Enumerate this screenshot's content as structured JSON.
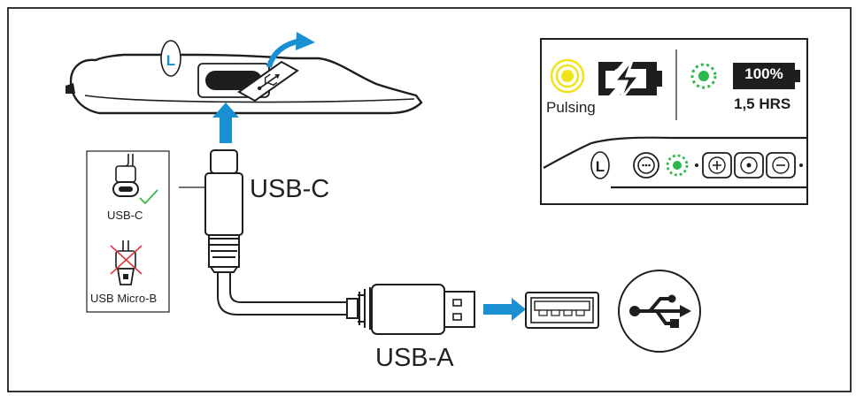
{
  "labels": {
    "usb_c_large": "USB-C",
    "usb_a_large": "USB-A",
    "usb_c_small": "USB-C",
    "usb_micro_b": "USB Micro-B",
    "pulsing": "Pulsing",
    "battery_percent": "100%",
    "battery_hours": "1,5 HRS",
    "side_marker": "L",
    "side_marker_panel": "L"
  },
  "colors": {
    "accent_blue": "#1a8fd2",
    "pulse_yellow": "#f2e21a",
    "led_green": "#2db84b",
    "check_green": "#3ab54a",
    "cross_red": "#e0343d",
    "ink": "#1e1e1e"
  },
  "icons": [
    "battery-charging-icon",
    "usb-trident-icon",
    "check-icon",
    "cross-icon",
    "plus-icon",
    "minus-icon",
    "play-icon",
    "dots-icon"
  ]
}
